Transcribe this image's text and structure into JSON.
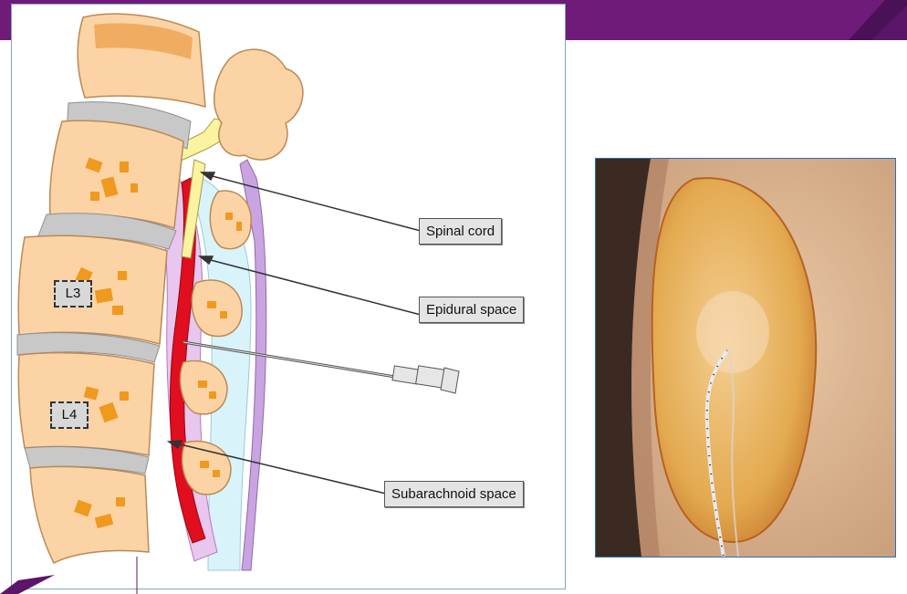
{
  "slide": {
    "banner_color": "#6e1b7a",
    "accent_color": "#4a1058"
  },
  "diagram": {
    "labels": {
      "spinal_cord": "Spinal cord",
      "epidural_space": "Epidural space",
      "subarachnoid_space": "Subarachnoid space"
    },
    "vertebrae": {
      "l3": "L3",
      "l4": "L4"
    },
    "colors": {
      "bone": "#fcd3a4",
      "bone_spots": "#f0991f",
      "disc": "#c8c8c8",
      "dura": "#dcb9e6",
      "csf_red": "#e00e1e",
      "cord_yellow": "#fbf3a0",
      "epidural_blue": "#d8f4fa"
    }
  },
  "photo": {
    "content": "back skin with iodine-stained area and inserted epidural catheter"
  }
}
